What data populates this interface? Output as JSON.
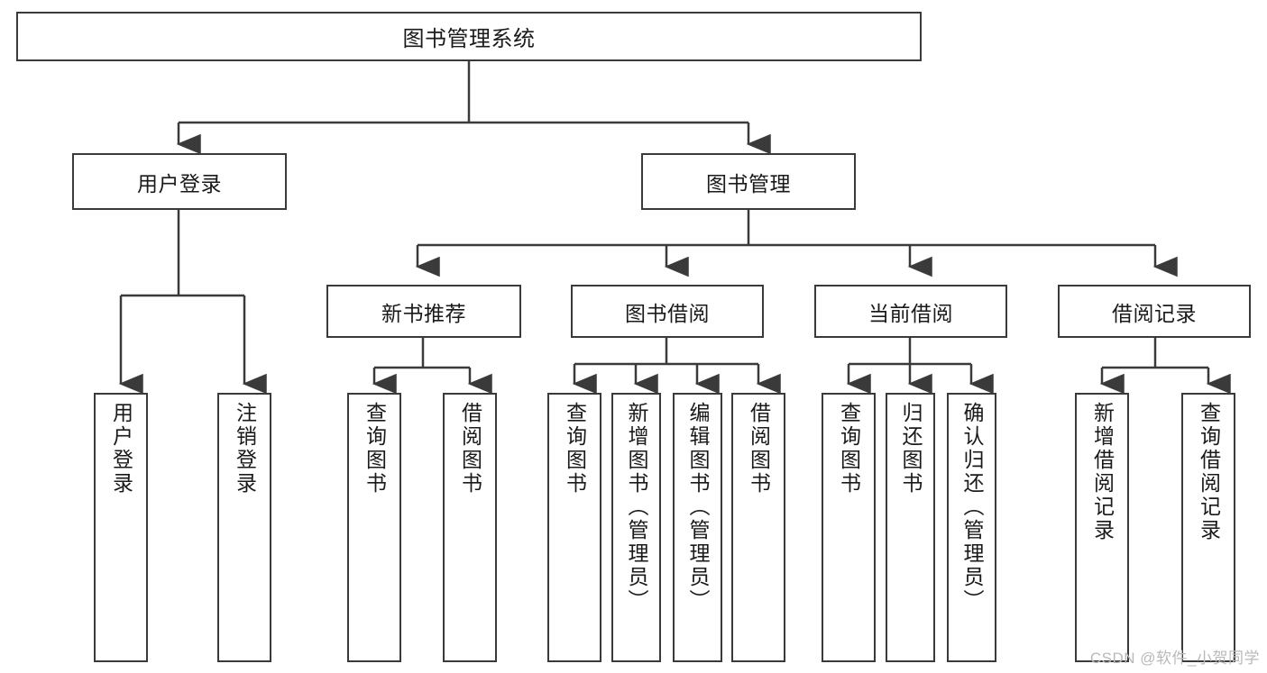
{
  "diagram": {
    "title": "图书管理系统",
    "type": "tree-hierarchy",
    "colors": {
      "box_border": "#3a3a3a",
      "box_fill": "#ffffff",
      "edge": "#3a3a3a",
      "text": "#1a1a1a",
      "watermark": "#b9b9b9",
      "background": "#ffffff"
    },
    "root": {
      "label": "图书管理系统"
    },
    "level2": [
      {
        "label": "用户登录"
      },
      {
        "label": "图书管理"
      }
    ],
    "level3": [
      {
        "label": "新书推荐"
      },
      {
        "label": "图书借阅"
      },
      {
        "label": "当前借阅"
      },
      {
        "label": "借阅记录"
      }
    ],
    "leaves": {
      "user_login": [
        {
          "label": "用户登录"
        },
        {
          "label": "注销登录"
        }
      ],
      "new_book_recommend": [
        {
          "label": "查询图书"
        },
        {
          "label": "借阅图书"
        }
      ],
      "book_borrow": [
        {
          "label": "查询图书"
        },
        {
          "label": "新增图书（管理员）"
        },
        {
          "label": "编辑图书（管理员）"
        },
        {
          "label": "借阅图书"
        }
      ],
      "current_borrow": [
        {
          "label": "查询图书"
        },
        {
          "label": "归还图书"
        },
        {
          "label": "确认归还（管理员）"
        }
      ],
      "borrow_record": [
        {
          "label": "新增借阅记录"
        },
        {
          "label": "查询借阅记录"
        }
      ]
    },
    "watermark": "CSDN @软件_小贺同学"
  }
}
